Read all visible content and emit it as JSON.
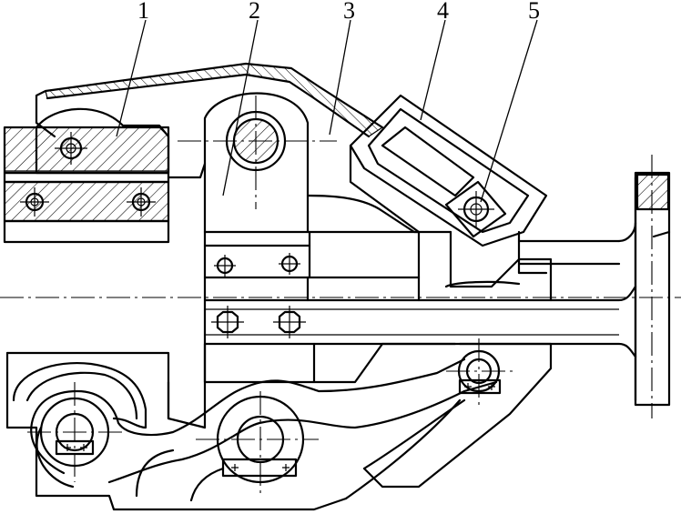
{
  "figure": {
    "callouts": [
      {
        "id": "c1",
        "label": "1"
      },
      {
        "id": "c2",
        "label": "2"
      },
      {
        "id": "c3",
        "label": "3"
      },
      {
        "id": "c4",
        "label": "4"
      },
      {
        "id": "c5",
        "label": "5"
      }
    ]
  },
  "colors": {
    "ink": "#000000",
    "paper": "#ffffff"
  }
}
